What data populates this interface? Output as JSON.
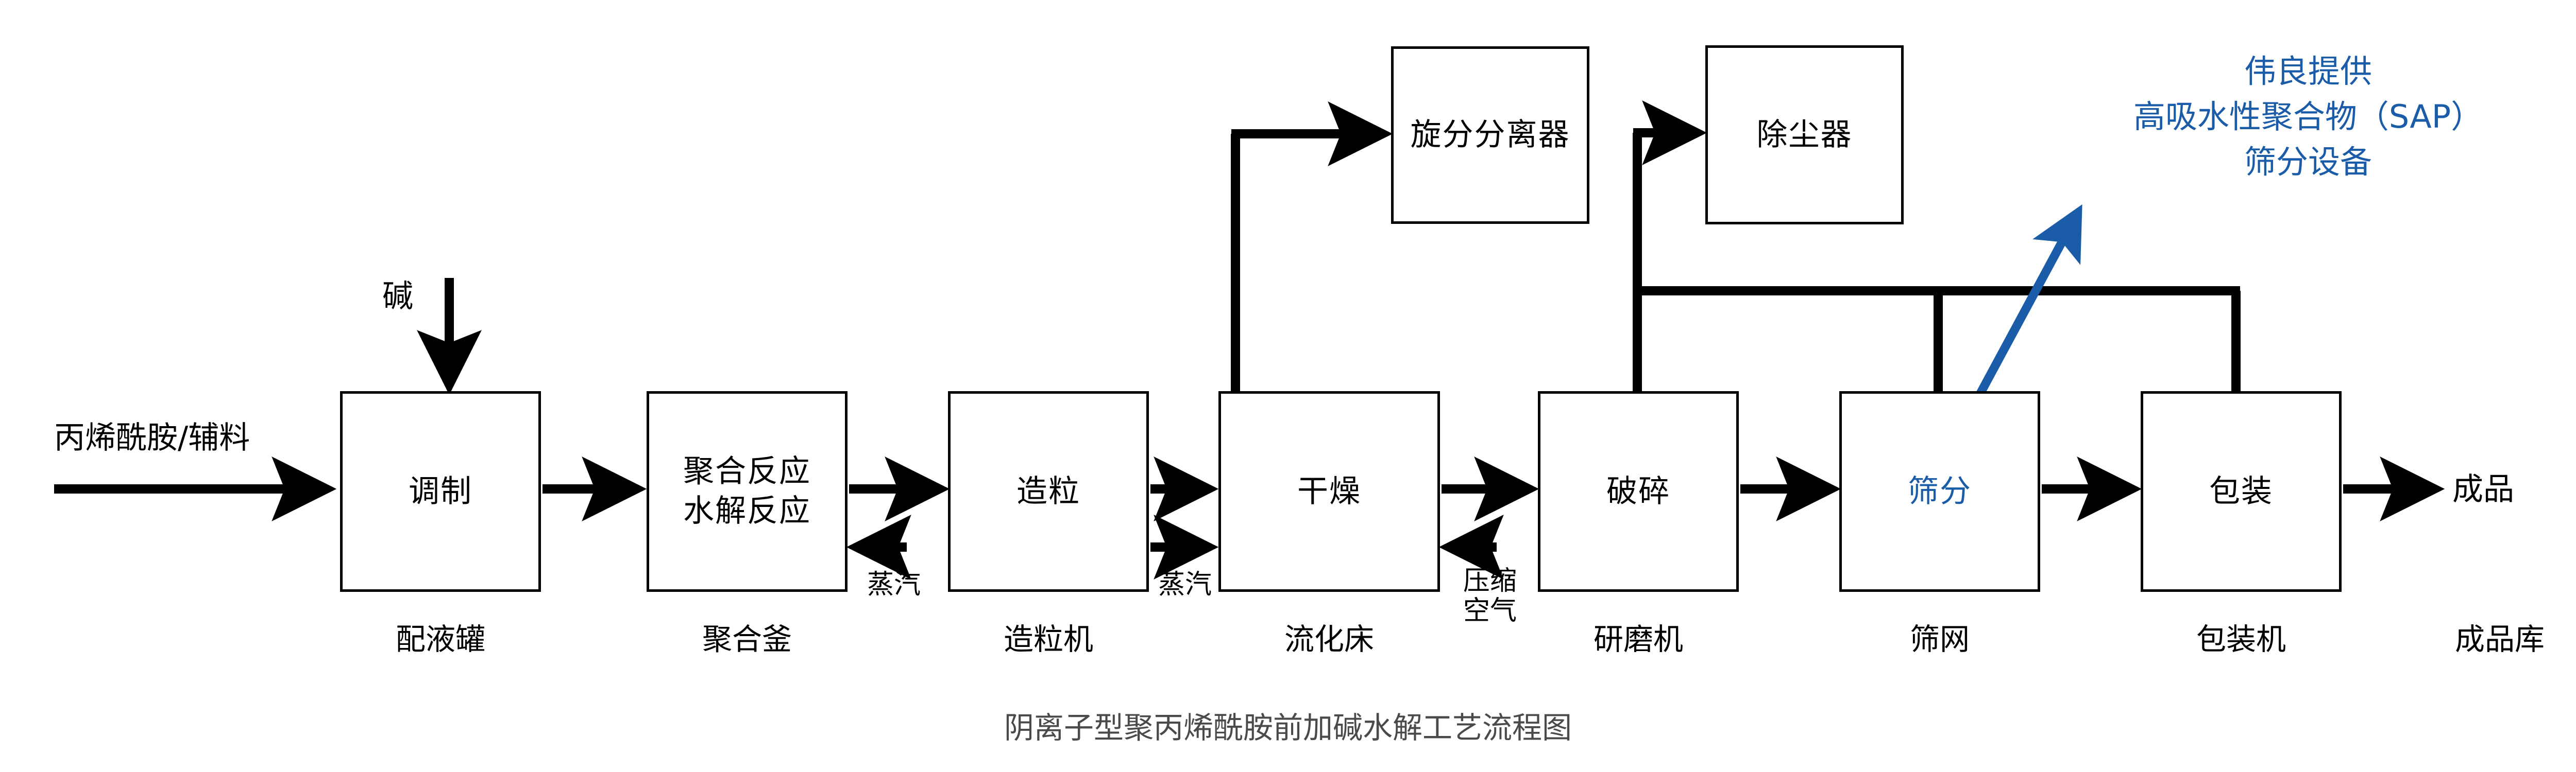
{
  "diagram": {
    "caption": "阴离子型聚丙烯酰胺前加碱水解工艺流程图",
    "caption_color": "#4A4A4A",
    "line_color": "#000000",
    "accent_color": "#1A5CA8",
    "background": "#FFFFFF"
  },
  "inputs": {
    "feed_label": "丙烯酰胺/辅料",
    "alkali_label": "碱",
    "steam_label_1": "蒸汽",
    "steam_label_2": "蒸汽",
    "compressed_air_label_line1": "压缩",
    "compressed_air_label_line2": "空气"
  },
  "outputs": {
    "product_label": "成品",
    "product_store_label": "成品库"
  },
  "nodes": [
    {
      "id": "prep",
      "title_line1": "调制",
      "title_line2": "",
      "equipment": "配液罐",
      "accent": false
    },
    {
      "id": "polymer",
      "title_line1": "聚合反应",
      "title_line2": "水解反应",
      "equipment": "聚合釜",
      "accent": false
    },
    {
      "id": "granulate",
      "title_line1": "造粒",
      "title_line2": "",
      "equipment": "造粒机",
      "accent": false
    },
    {
      "id": "dry",
      "title_line1": "干燥",
      "title_line2": "",
      "equipment": "流化床",
      "accent": false
    },
    {
      "id": "crush",
      "title_line1": "破碎",
      "title_line2": "",
      "equipment": "研磨机",
      "accent": false
    },
    {
      "id": "screen",
      "title_line1": "筛分",
      "title_line2": "",
      "equipment": "筛网",
      "accent": true
    },
    {
      "id": "pack",
      "title_line1": "包装",
      "title_line2": "",
      "equipment": "包装机",
      "accent": false
    }
  ],
  "aux_nodes": [
    {
      "id": "cyclone",
      "title": "旋分分离器"
    },
    {
      "id": "dust",
      "title": "除尘器"
    }
  ],
  "annotation": {
    "line1": "伟良提供",
    "line2": "高吸水性聚合物（SAP）",
    "line3": "筛分设备"
  }
}
